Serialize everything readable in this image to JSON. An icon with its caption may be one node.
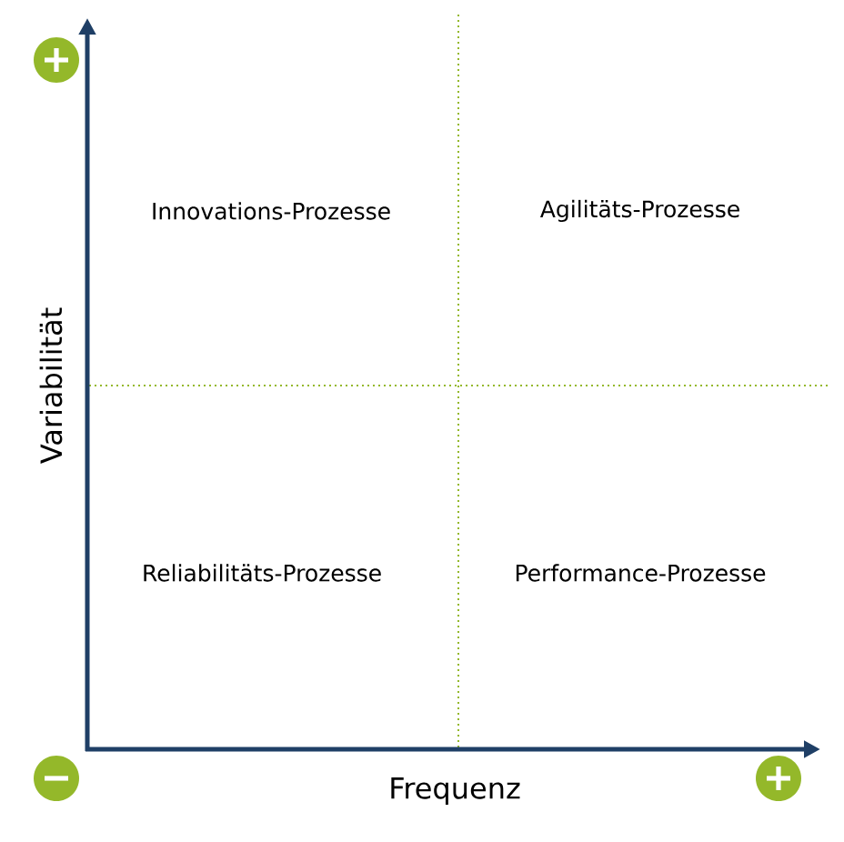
{
  "diagram": {
    "labels": [
      "Innovations-Prozesse",
      "Agilitäts-Prozesse",
      "Reliabilitäts-Prozesse",
      "Performance-Prozesse",
      "Variabilität",
      "Frequenz"
    ]
  }
}
